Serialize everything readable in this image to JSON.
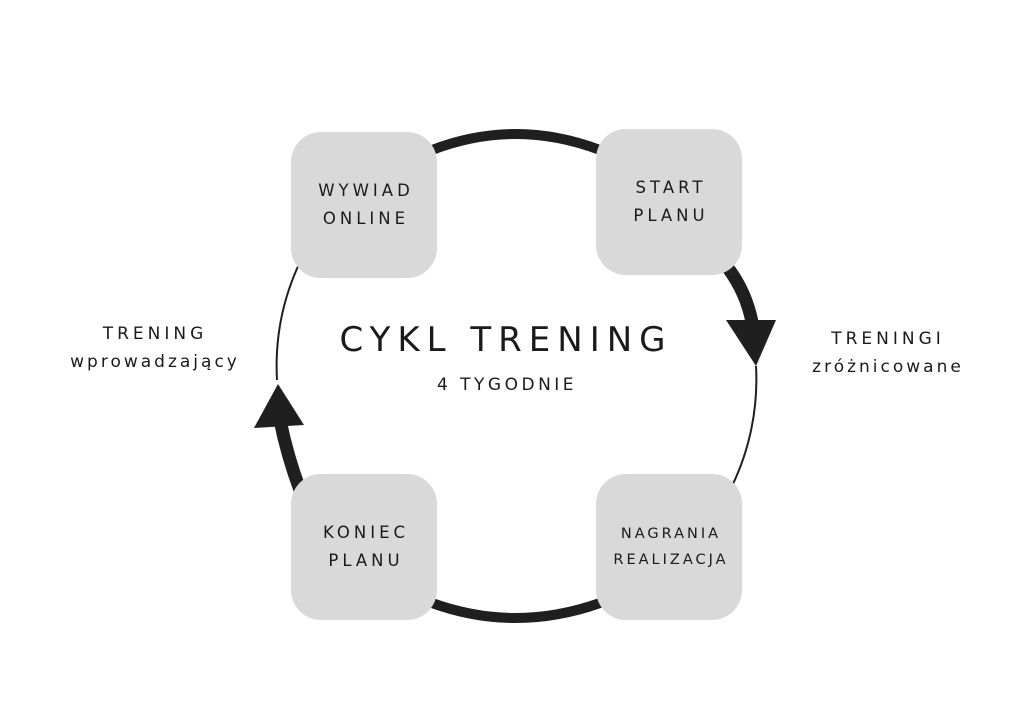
{
  "diagram": {
    "center": {
      "title": "CYKL TRENING",
      "subtitle": "4 TYGODNIE"
    },
    "steps": {
      "top_left": {
        "line1": "WYWIAD",
        "line2": "ONLINE"
      },
      "top_right": {
        "line1": "START",
        "line2": "PLANU"
      },
      "bottom_right": {
        "line1": "NAGRANIA",
        "line2": "REALIZACJA"
      },
      "bottom_left": {
        "line1": "KONIEC",
        "line2": "PLANU"
      }
    },
    "side_labels": {
      "left": {
        "line1": "TRENING",
        "line2": "wprowadzający"
      },
      "right": {
        "line1": "TRENINGI",
        "line2": "zróżnicowane"
      }
    },
    "colors": {
      "box_fill": "#d9d9d9",
      "ring": "#1f1f1f",
      "text": "#1a1a1a",
      "background": "#ffffff"
    },
    "icons": [
      "clockwise-arrow-icon",
      "clockwise-arrow-icon"
    ]
  }
}
